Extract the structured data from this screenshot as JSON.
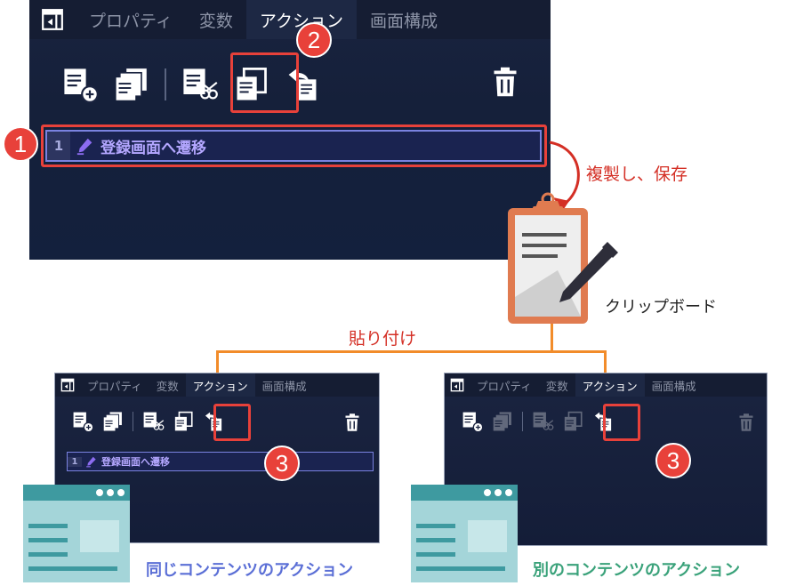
{
  "tabs": [
    "プロパティ",
    "変数",
    "アクション",
    "画面構成"
  ],
  "active_tab_index": 2,
  "action_item": {
    "number": "1",
    "label": "登録画面へ遷移"
  },
  "badges": {
    "step1": "1",
    "step2": "2",
    "step3": "3"
  },
  "annotations": {
    "copy_save": "複製し、保存",
    "clipboard": "クリップボード",
    "paste": "貼り付け"
  },
  "captions": {
    "same_content": "同じコンテンツのアクション",
    "other_content": "別のコンテンツのアクション"
  },
  "toolbar_icons": [
    "add-action-icon",
    "duplicate-action-icon",
    "cut-icon",
    "copy-icon",
    "paste-icon",
    "trash-icon"
  ],
  "colors": {
    "highlight": "#e8413a",
    "connector": "#f28c2a",
    "annotation": "#d42f25",
    "caption_same": "#5b6fd6",
    "caption_other": "#3aa27a",
    "clipboard_border": "#e07b50"
  }
}
